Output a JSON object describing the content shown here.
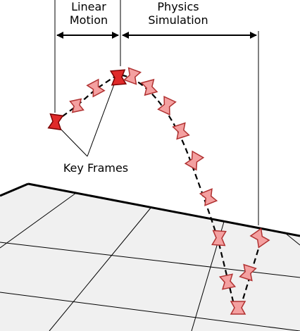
{
  "labels": {
    "linear_motion_line1": "Linear",
    "linear_motion_line2": "Motion",
    "physics_simulation_line1": "Physics",
    "physics_simulation_line2": "Simulation",
    "key_frames": "Key Frames"
  },
  "colors": {
    "key_frame_fill": "#e02a2a",
    "key_frame_stroke": "#7a0000",
    "frame_fill": "#f4a0a0",
    "frame_stroke": "#b03030",
    "ground_fill": "#f0f0f0",
    "grid_line": "#000000",
    "trajectory": "#000000"
  },
  "icons": {
    "frame_shape": "hourglass-cube",
    "arrow": "double-headed-arrow"
  }
}
